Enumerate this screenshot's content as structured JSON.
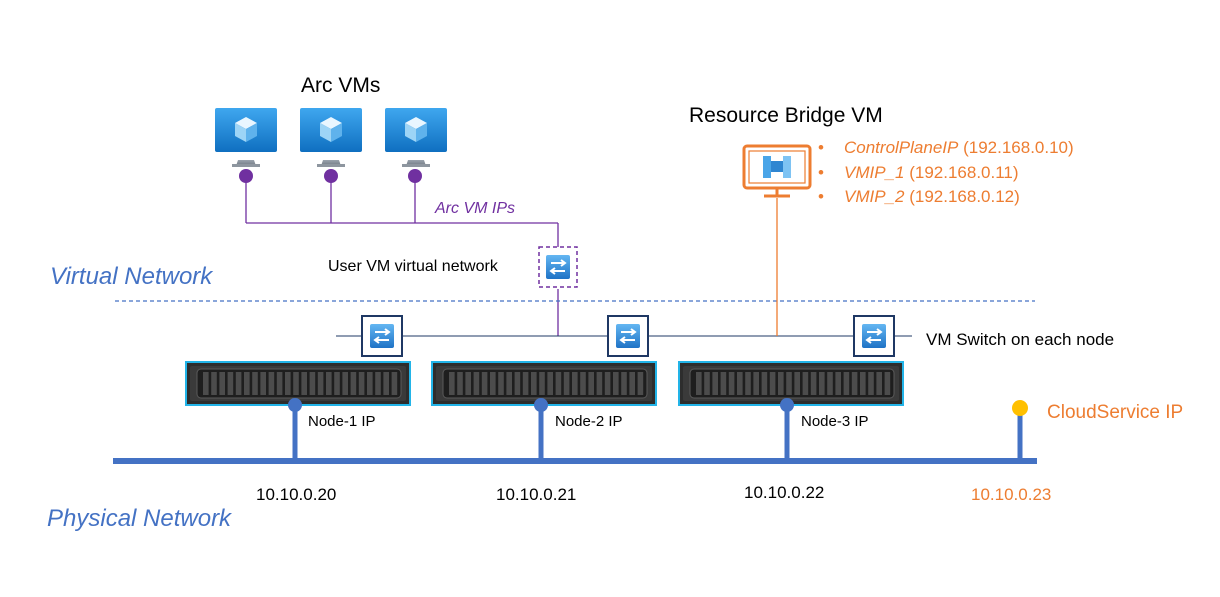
{
  "labels": {
    "arc_vms_title": "Arc VMs",
    "resource_bridge_title": "Resource Bridge VM",
    "arc_vm_ips": "Arc VM IPs",
    "user_vm_virtual_network": "User VM virtual network",
    "virtual_network": "Virtual Network",
    "physical_network": "Physical Network",
    "vm_switch_each_node": "VM Switch on each node",
    "cloudservice_ip": "CloudService IP"
  },
  "resource_bridge_ips": [
    {
      "name": "ControlPlaneIP",
      "ip": "(192.168.0.10)"
    },
    {
      "name": "VMIP_1",
      "ip": "(192.168.0.11)"
    },
    {
      "name": "VMIP_2",
      "ip": "(192.168.0.12)"
    }
  ],
  "nodes": [
    {
      "label": "Node-1 IP",
      "ip": "10.10.0.20"
    },
    {
      "label": "Node-2 IP",
      "ip": "10.10.0.21"
    },
    {
      "label": "Node-3 IP",
      "ip": "10.10.0.22"
    }
  ],
  "cloudservice": {
    "ip": "10.10.0.23"
  },
  "colors": {
    "section_blue": "#4472C4",
    "orange": "#ED7D31",
    "purple": "#7030A0",
    "physical_line": "#4472C4",
    "vm_screen": "#1B88D6",
    "switch_frame": "#1F3864",
    "node_dot": "#FFC000"
  },
  "icons": [
    "monitor-cube-icon",
    "network-switch-icon",
    "server-rack-icon",
    "resource-bridge-icon"
  ]
}
